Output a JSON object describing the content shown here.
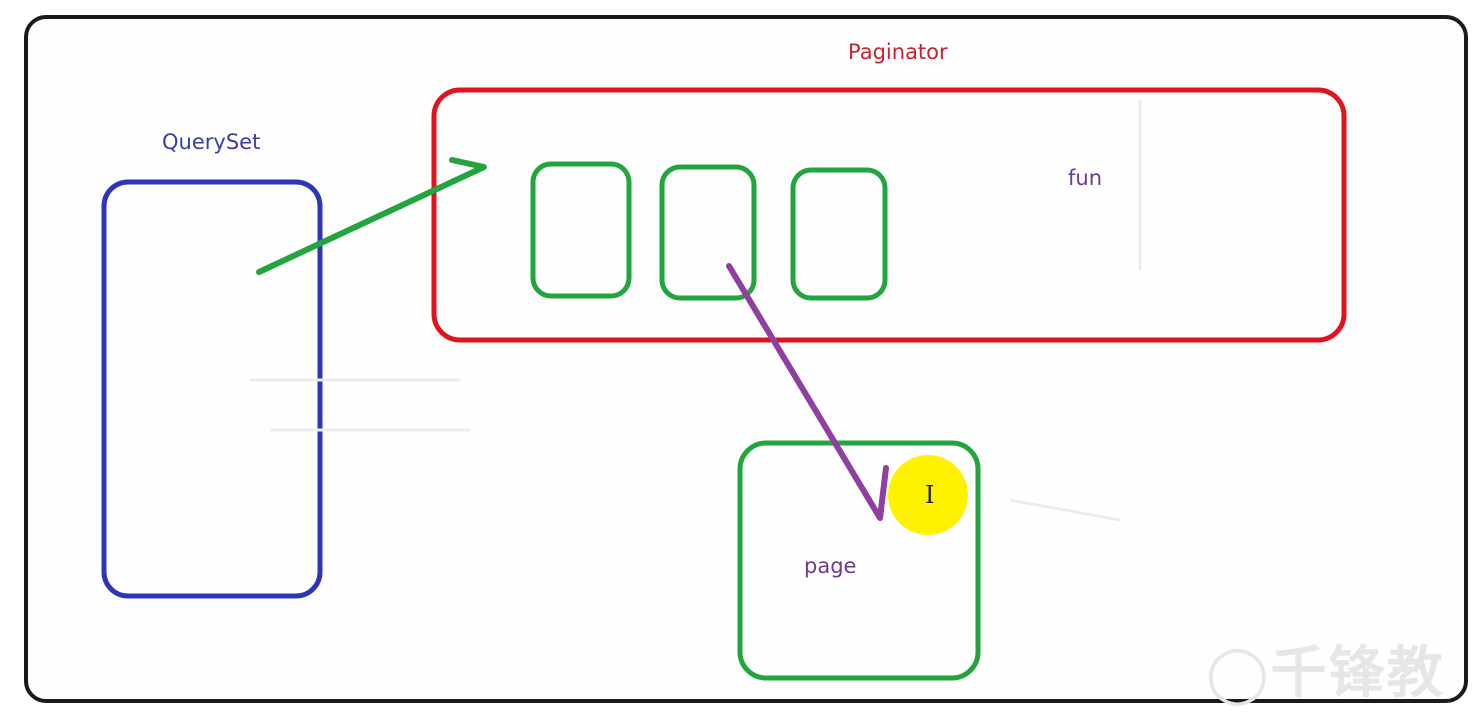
{
  "labels": {
    "paginator": "Paginator",
    "queryset": "QuerySet",
    "fun": "fun",
    "page": "page"
  },
  "watermark": {
    "text": "千锋教"
  },
  "colors": {
    "paginator": "#c8232c",
    "queryset": "#3a3ea5",
    "fun": "#6d3a8c",
    "page": "#6d3a8c",
    "red_box": "#e0141e",
    "blue_box": "#2f35b7",
    "green_box": "#22a53c",
    "purple_line": "#8e3fa0",
    "cursor": "#fff200"
  },
  "icons": {
    "cursor": "text-cursor-icon",
    "watermark_logo": "qianfeng-logo-icon"
  }
}
